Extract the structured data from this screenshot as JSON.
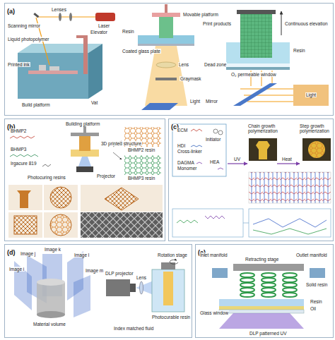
{
  "diagram": {
    "nodes": [
      {
        "text": [
          "(a)"
        ]
      },
      {
        "text": [
          "(b)"
        ]
      },
      {
        "text": [
          "(c)"
        ]
      },
      {
        "text": [
          "(d)"
        ]
      },
      {
        "text": [
          "(e)"
        ]
      }
    ],
    "labels": [
      "Scanning mirror",
      "Lenses",
      "Laser",
      "Liquid photopolymer",
      "Printed ink",
      "Elevator",
      "Build platform",
      "Vat",
      "Resin",
      "Movable platform",
      "Coated glass plate",
      "Lens",
      "Graymask",
      "Light",
      "Print products",
      "Continuous elevation",
      "Dead zone",
      "Resin",
      "O₂ permeable window",
      "Mirror",
      "Light",
      "Building platform",
      "BHMP2",
      "BHMP3",
      "Irgacure 819",
      "Photocuring resins",
      "3D printed structure",
      "Projector",
      "BHMP2 resin",
      "BHMP3 resin",
      "ECM",
      "HDI",
      "Cross-linker",
      "Initiator",
      "DAGMA",
      "Monomer",
      "HEA",
      "UV",
      "Heat",
      "Chain growth polymerization",
      "Step growth polymerization",
      "Image i",
      "Image j",
      "Image k",
      "Image l",
      "Image m",
      "Material volume",
      "DLP projector",
      "Rotation stage",
      "Lens",
      "Photocurable resin",
      "Index matched fluid",
      "Inlet manifold",
      "Retracting stage",
      "Outlet manifold",
      "Solid resin",
      "Resin",
      "Oil",
      "Glass window",
      "DLP patterned UV"
    ]
  }
}
